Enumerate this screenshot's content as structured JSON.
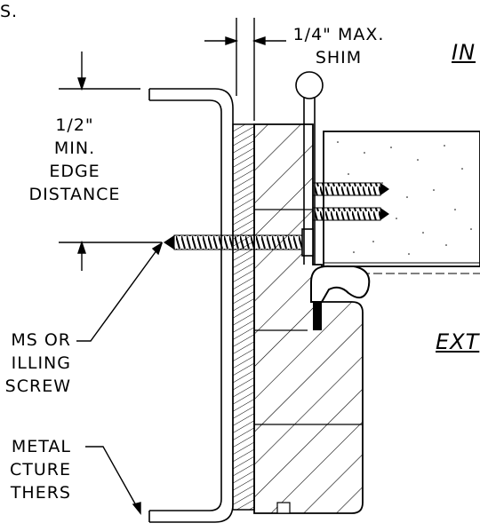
{
  "labels": {
    "top_cut": "S.",
    "shim_line1": "1/4\" MAX.",
    "shim_line2": "SHIM",
    "edge_line1": "1/2\"",
    "edge_line2": "MIN.",
    "edge_line3": "EDGE",
    "edge_line4": "DISTANCE",
    "screw_line1": "MS OR",
    "screw_line2": "ILLING",
    "screw_line3": "SCREW",
    "metal_line1": "METAL",
    "metal_line2": "CTURE",
    "metal_line3": "THERS",
    "interior": "IN",
    "exterior": "EXT"
  },
  "colors": {
    "ink": "#000000",
    "background": "#ffffff"
  }
}
